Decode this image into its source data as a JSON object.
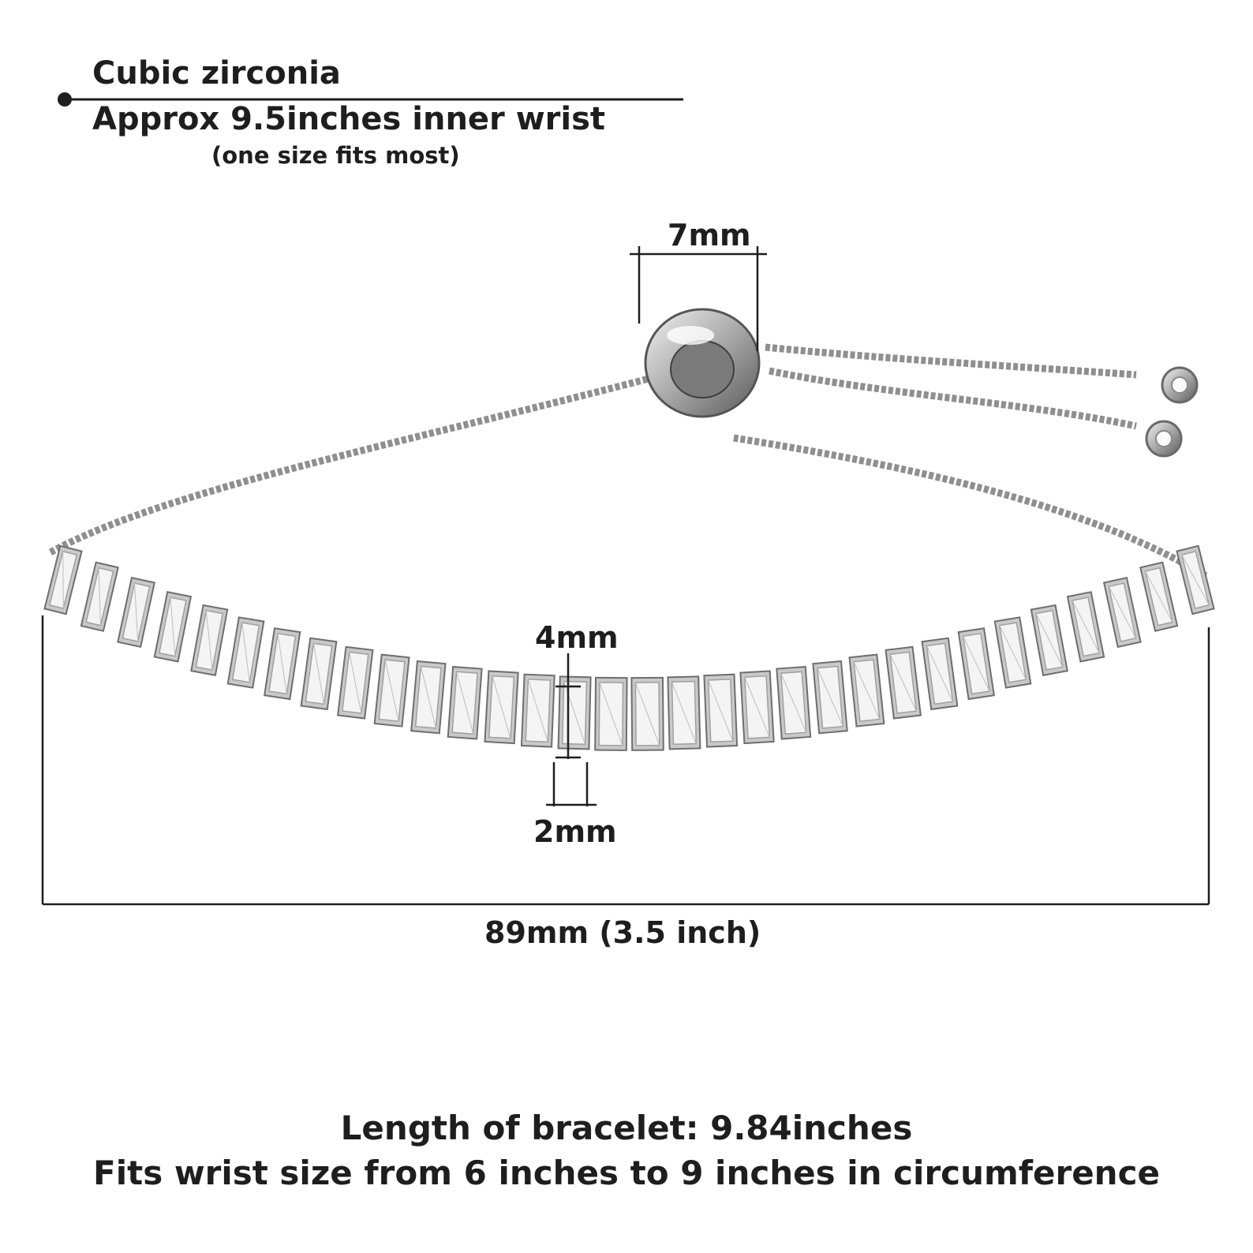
{
  "header": {
    "material": "Cubic zirconia",
    "size": "Approx 9.5inches inner wrist",
    "fit_note": "(one size fits most)"
  },
  "dimensions": {
    "slider_width": "7mm",
    "stone_height": "4mm",
    "stone_width": "2mm",
    "span": "89mm (3.5 inch)"
  },
  "footer": {
    "length": "Length of bracelet: 9.84inches",
    "fits": "Fits wrist size from 6 inches to 9 inches in circumference"
  },
  "colors": {
    "text": "#1e1e1e",
    "metal": "#9a9a9a",
    "background": "#ffffff"
  }
}
